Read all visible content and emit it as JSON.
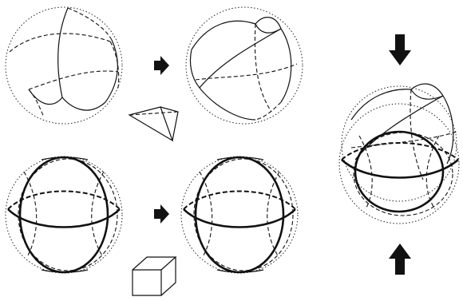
{
  "figure": {
    "panels": [
      "sphere-tetrahedral-partition",
      "sphere-tetrahedral-partition-rotated",
      "sphere-cubic-partition",
      "sphere-cubic-partition-rotated",
      "sphere-overlay-combined"
    ],
    "polyhedra": [
      "tetrahedron",
      "cube"
    ],
    "arrows": {
      "row_transition": "right-arrow",
      "compression": [
        "down-arrow",
        "up-arrow"
      ]
    },
    "colors": {
      "ink": "#111111",
      "background": "#ffffff"
    }
  }
}
